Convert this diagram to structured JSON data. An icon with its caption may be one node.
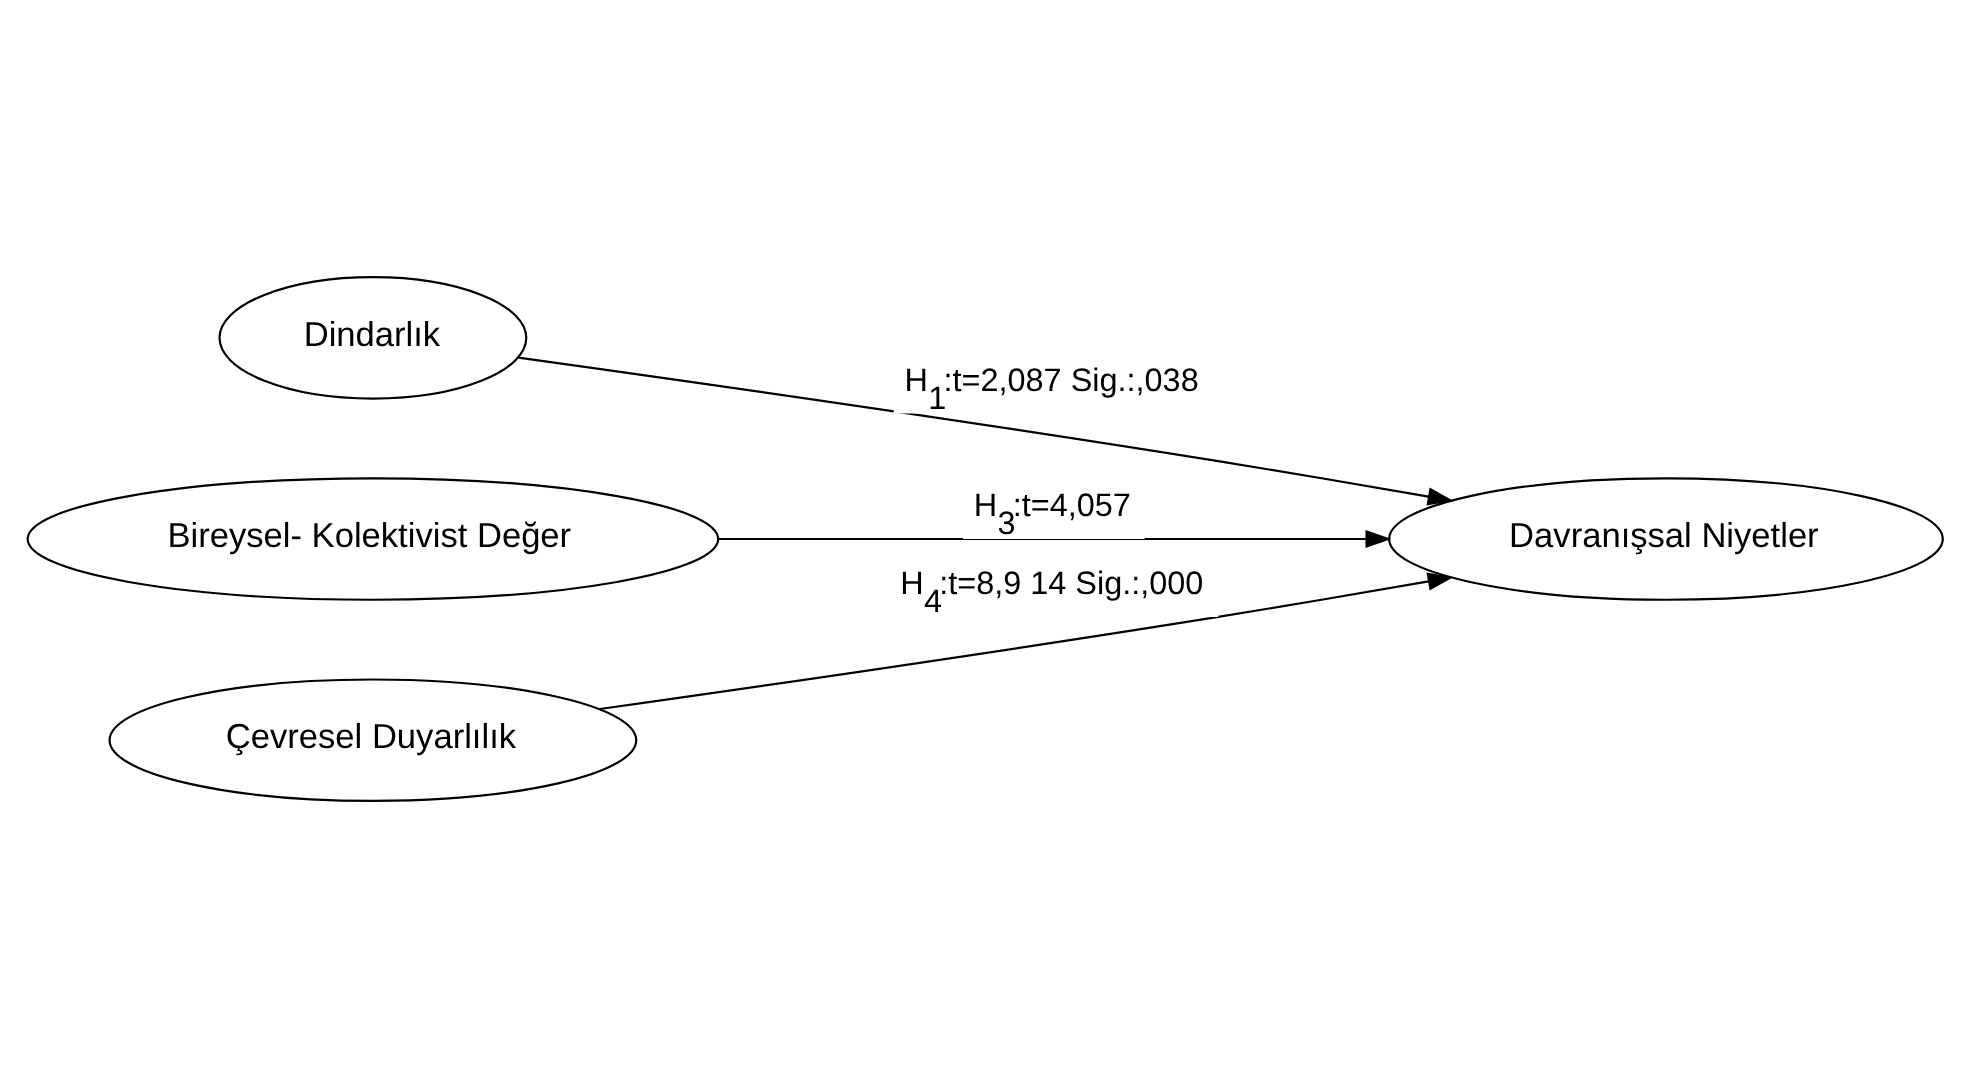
{
  "diagram": {
    "nodes": [
      {
        "text": [
          "Dindarlık"
        ]
      },
      {
        "text": [
          "Bireysel- Kolektivist Değer"
        ]
      },
      {
        "text": [
          "Çevresel Duyarlılık"
        ]
      },
      {
        "text": [
          "Davranışsal Niyetler"
        ]
      }
    ],
    "edges": [
      {
        "from": 0,
        "to": 3,
        "arrow": "to",
        "label": "H$_{1}$:t=2,087 Sig.:,038"
      },
      {
        "from": 1,
        "to": 3,
        "arrow": "to",
        "label": "H$_{3}$:t=4,057"
      },
      {
        "from": 2,
        "to": 3,
        "arrow": "to",
        "label": "H$_{4}$:t=8,9 14 Sig.:,000"
      }
    ]
  }
}
